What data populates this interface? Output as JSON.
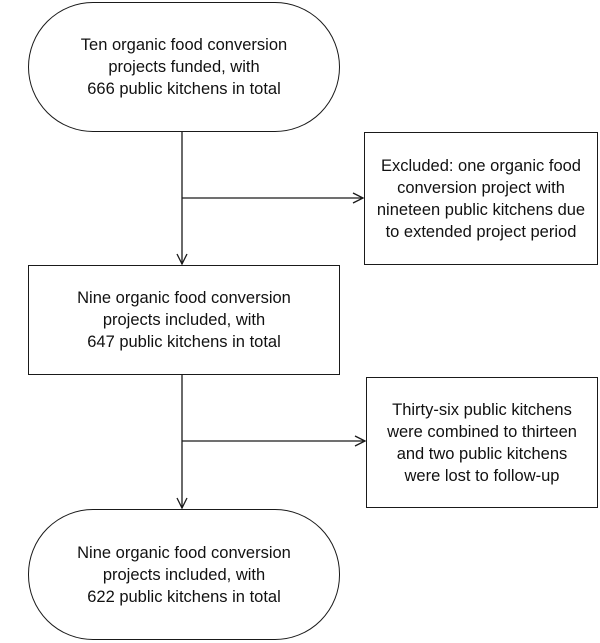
{
  "flowchart": {
    "start": {
      "lines": [
        "Ten organic food conversion",
        "projects funded, with",
        "666 public kitchens in total"
      ]
    },
    "excluded": {
      "lines": [
        "Excluded: one organic food",
        "conversion project with",
        "nineteen public kitchens due",
        "to extended project period"
      ]
    },
    "included": {
      "lines": [
        "Nine organic food conversion",
        "projects included, with",
        "647 public kitchens in total"
      ]
    },
    "combined": {
      "lines": [
        "Thirty-six public kitchens",
        "were combined to thirteen",
        "and two public kitchens",
        "were lost to follow-up"
      ]
    },
    "final": {
      "lines": [
        "Nine organic food conversion",
        "projects included, with",
        "622 public kitchens in total"
      ]
    }
  }
}
